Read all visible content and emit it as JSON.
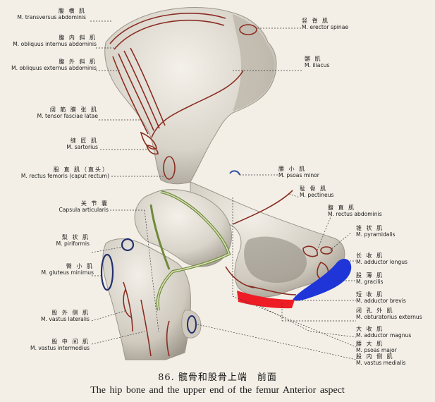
{
  "colors": {
    "bone": "#e2ddd2",
    "bone_shadow": "#b6b0a6",
    "origin_line": "#8a2d22",
    "capsule_line": "#6f8a3a",
    "blue_mark": "#1f35d8",
    "red_mark": "#ee1c25",
    "small_blue": "#2f4fa8",
    "small_blue_dark": "#22306e"
  },
  "labels": {
    "transversus": {
      "zh": "腹 横 肌",
      "la": "M. transversus abdominis"
    },
    "obliquus_int": {
      "zh": "腹 内 斜 肌",
      "la": "M. obliquus internus abdominis"
    },
    "obliquus_ext": {
      "zh": "腹 外 斜 肌",
      "la": "M. obliquus externus abdominis"
    },
    "tensor": {
      "zh": "阔 筋 膜 张 肌",
      "la": "M. tensor fasciae latae"
    },
    "sartorius": {
      "zh": "缝 匠 肌",
      "la": "M. sartorius"
    },
    "rectus_femoris": {
      "zh": "股 直 肌（直头）",
      "la": "M. rectus femoris (caput rectum)"
    },
    "capsula": {
      "zh": "关 节 囊",
      "la": "Capsula articularis"
    },
    "piriformis": {
      "zh": "梨 状 肌",
      "la": "M. piriformis"
    },
    "gluteus_min": {
      "zh": "臀 小 肌",
      "la": "M. gluteus minimus"
    },
    "vastus_lat": {
      "zh": "股 外 侧 肌",
      "la": "M. vastus lateralis"
    },
    "vastus_int": {
      "zh": "股 中 间 肌",
      "la": "M. vastus intermedius"
    },
    "erector": {
      "zh": "竖 脊 肌",
      "la": "M. erector spinae"
    },
    "iliacus": {
      "zh": "髂 肌",
      "la": "M. iliacus"
    },
    "psoas_minor": {
      "zh": "腰 小 肌",
      "la": "M. psoas minor"
    },
    "pectineus": {
      "zh": "耻 骨 肌",
      "la": "M. pectineus"
    },
    "rectus_abd": {
      "zh": "腹 直 肌",
      "la": "M. rectus abdominis"
    },
    "pyramidalis": {
      "zh": "锥 状 肌",
      "la": "M. pyramidalis"
    },
    "add_longus": {
      "zh": "长 收 肌",
      "la": "M. adductor longus"
    },
    "gracilis": {
      "zh": "股 薄 肌",
      "la": "M. gracilis"
    },
    "add_brevis": {
      "zh": "短 收 肌",
      "la": "M. adductor brevis"
    },
    "obt_ext": {
      "zh": "闭 孔 外 肌",
      "la": "M. obturatorius externus"
    },
    "add_magnus": {
      "zh": "大 收 肌",
      "la": "M. adductor magnus"
    },
    "psoas_major": {
      "zh": "腰 大 肌",
      "la": "M. psoas major"
    },
    "vastus_med": {
      "zh": "股 内 侧 肌",
      "la": "M. vastus medialis"
    }
  },
  "caption": {
    "zh": "86. 髋骨和股骨上端　前面",
    "en": "The hip bone and the upper end of the femur     Anterior aspect"
  }
}
